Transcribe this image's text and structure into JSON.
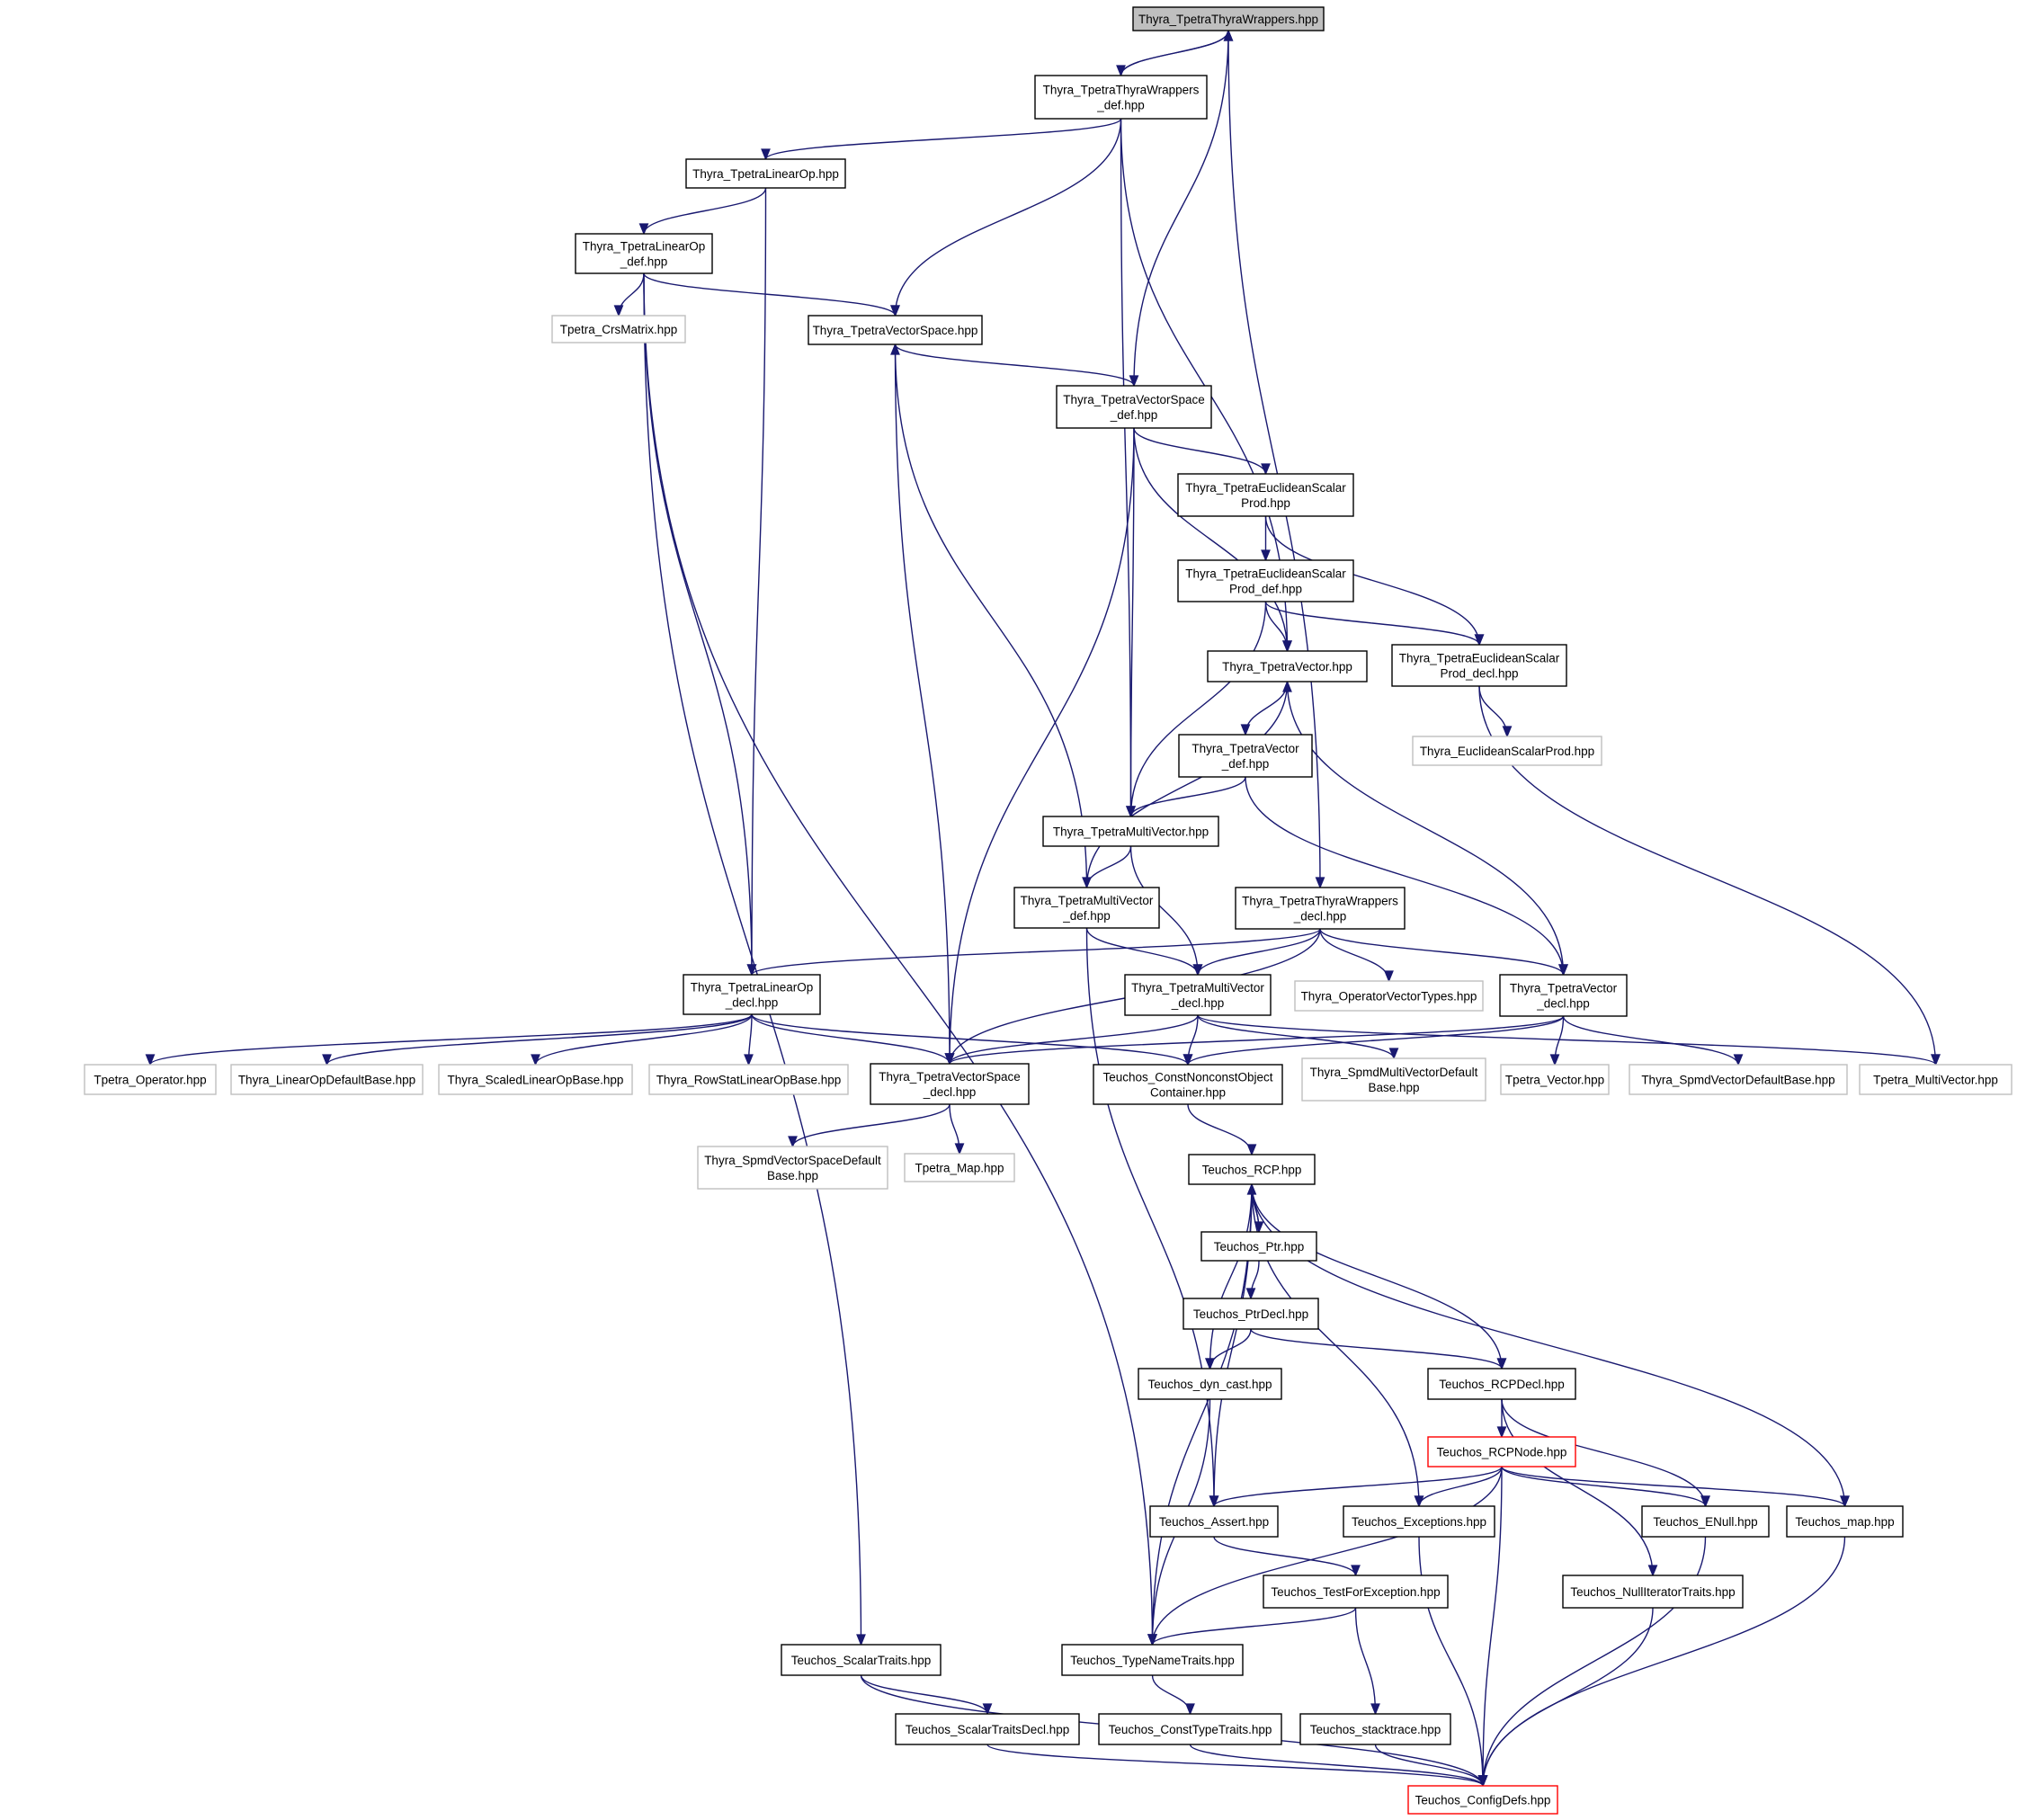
{
  "diagram": {
    "nodes": [
      {
        "id": "root",
        "lines": [
          "Thyra_TpetraThyraWrappers.hpp"
        ],
        "style": "root"
      },
      {
        "id": "wrap_def",
        "lines": [
          "Thyra_TpetraThyraWrappers",
          "_def.hpp"
        ],
        "style": "normal"
      },
      {
        "id": "linop",
        "lines": [
          "Thyra_TpetraLinearOp.hpp"
        ],
        "style": "normal"
      },
      {
        "id": "linop_def",
        "lines": [
          "Thyra_TpetraLinearOp",
          "_def.hpp"
        ],
        "style": "normal"
      },
      {
        "id": "crsmatrix",
        "lines": [
          "Tpetra_CrsMatrix.hpp"
        ],
        "style": "external"
      },
      {
        "id": "vs",
        "lines": [
          "Thyra_TpetraVectorSpace.hpp"
        ],
        "style": "normal"
      },
      {
        "id": "vs_def",
        "lines": [
          "Thyra_TpetraVectorSpace",
          "_def.hpp"
        ],
        "style": "normal"
      },
      {
        "id": "esp",
        "lines": [
          "Thyra_TpetraEuclideanScalar",
          "Prod.hpp"
        ],
        "style": "normal"
      },
      {
        "id": "esp_def",
        "lines": [
          "Thyra_TpetraEuclideanScalar",
          "Prod_def.hpp"
        ],
        "style": "normal"
      },
      {
        "id": "vec",
        "lines": [
          "Thyra_TpetraVector.hpp"
        ],
        "style": "normal"
      },
      {
        "id": "esp_decl",
        "lines": [
          "Thyra_TpetraEuclideanScalar",
          "Prod_decl.hpp"
        ],
        "style": "normal"
      },
      {
        "id": "euclid",
        "lines": [
          "Thyra_EuclideanScalarProd.hpp"
        ],
        "style": "external"
      },
      {
        "id": "vec_def",
        "lines": [
          "Thyra_TpetraVector",
          "_def.hpp"
        ],
        "style": "normal"
      },
      {
        "id": "mv",
        "lines": [
          "Thyra_TpetraMultiVector.hpp"
        ],
        "style": "normal"
      },
      {
        "id": "mv_def",
        "lines": [
          "Thyra_TpetraMultiVector",
          "_def.hpp"
        ],
        "style": "normal"
      },
      {
        "id": "wrap_decl",
        "lines": [
          "Thyra_TpetraThyraWrappers",
          "_decl.hpp"
        ],
        "style": "normal"
      },
      {
        "id": "linop_decl",
        "lines": [
          "Thyra_TpetraLinearOp",
          "_decl.hpp"
        ],
        "style": "normal"
      },
      {
        "id": "mv_decl",
        "lines": [
          "Thyra_TpetraMultiVector",
          "_decl.hpp"
        ],
        "style": "normal"
      },
      {
        "id": "opvectypes",
        "lines": [
          "Thyra_OperatorVectorTypes.hpp"
        ],
        "style": "external"
      },
      {
        "id": "vec_decl",
        "lines": [
          "Thyra_TpetraVector",
          "_decl.hpp"
        ],
        "style": "normal"
      },
      {
        "id": "tp_op",
        "lines": [
          "Tpetra_Operator.hpp"
        ],
        "style": "external"
      },
      {
        "id": "linopdefbase",
        "lines": [
          "Thyra_LinearOpDefaultBase.hpp"
        ],
        "style": "external"
      },
      {
        "id": "scaledlinop",
        "lines": [
          "Thyra_ScaledLinearOpBase.hpp"
        ],
        "style": "external"
      },
      {
        "id": "rowstat",
        "lines": [
          "Thyra_RowStatLinearOpBase.hpp"
        ],
        "style": "external"
      },
      {
        "id": "vs_decl",
        "lines": [
          "Thyra_TpetraVectorSpace",
          "_decl.hpp"
        ],
        "style": "normal"
      },
      {
        "id": "cnoc",
        "lines": [
          "Teuchos_ConstNonconstObject",
          "Container.hpp"
        ],
        "style": "normal"
      },
      {
        "id": "spmdmv",
        "lines": [
          "Thyra_SpmdMultiVectorDefault",
          "Base.hpp"
        ],
        "style": "external"
      },
      {
        "id": "tp_vector",
        "lines": [
          "Tpetra_Vector.hpp"
        ],
        "style": "external"
      },
      {
        "id": "spmdvec",
        "lines": [
          "Thyra_SpmdVectorDefaultBase.hpp"
        ],
        "style": "external"
      },
      {
        "id": "tp_mv",
        "lines": [
          "Tpetra_MultiVector.hpp"
        ],
        "style": "external"
      },
      {
        "id": "spmdvs",
        "lines": [
          "Thyra_SpmdVectorSpaceDefault",
          "Base.hpp"
        ],
        "style": "external"
      },
      {
        "id": "tp_map",
        "lines": [
          "Tpetra_Map.hpp"
        ],
        "style": "external"
      },
      {
        "id": "rcp",
        "lines": [
          "Teuchos_RCP.hpp"
        ],
        "style": "normal"
      },
      {
        "id": "ptr",
        "lines": [
          "Teuchos_Ptr.hpp"
        ],
        "style": "normal"
      },
      {
        "id": "ptrdecl",
        "lines": [
          "Teuchos_PtrDecl.hpp"
        ],
        "style": "normal"
      },
      {
        "id": "dyncast",
        "lines": [
          "Teuchos_dyn_cast.hpp"
        ],
        "style": "normal"
      },
      {
        "id": "rcpdecl",
        "lines": [
          "Teuchos_RCPDecl.hpp"
        ],
        "style": "normal"
      },
      {
        "id": "rcpnode",
        "lines": [
          "Teuchos_RCPNode.hpp"
        ],
        "style": "red"
      },
      {
        "id": "assert",
        "lines": [
          "Teuchos_Assert.hpp"
        ],
        "style": "normal"
      },
      {
        "id": "exceptions",
        "lines": [
          "Teuchos_Exceptions.hpp"
        ],
        "style": "normal"
      },
      {
        "id": "enull",
        "lines": [
          "Teuchos_ENull.hpp"
        ],
        "style": "normal"
      },
      {
        "id": "map",
        "lines": [
          "Teuchos_map.hpp"
        ],
        "style": "normal"
      },
      {
        "id": "testforexc",
        "lines": [
          "Teuchos_TestForException.hpp"
        ],
        "style": "normal"
      },
      {
        "id": "nulliter",
        "lines": [
          "Teuchos_NullIteratorTraits.hpp"
        ],
        "style": "normal"
      },
      {
        "id": "scalartraits",
        "lines": [
          "Teuchos_ScalarTraits.hpp"
        ],
        "style": "normal"
      },
      {
        "id": "typename",
        "lines": [
          "Teuchos_TypeNameTraits.hpp"
        ],
        "style": "normal"
      },
      {
        "id": "scalartraitsdecl",
        "lines": [
          "Teuchos_ScalarTraitsDecl.hpp"
        ],
        "style": "normal"
      },
      {
        "id": "consttype",
        "lines": [
          "Teuchos_ConstTypeTraits.hpp"
        ],
        "style": "normal"
      },
      {
        "id": "stacktrace",
        "lines": [
          "Teuchos_stacktrace.hpp"
        ],
        "style": "normal"
      },
      {
        "id": "configdefs",
        "lines": [
          "Teuchos_ConfigDefs.hpp"
        ],
        "style": "red"
      }
    ],
    "edges": [
      [
        "root",
        "wrap_def"
      ],
      [
        "root",
        "wrap_decl"
      ],
      [
        "wrap_def",
        "root"
      ],
      [
        "wrap_def",
        "linop"
      ],
      [
        "wrap_def",
        "vs"
      ],
      [
        "wrap_def",
        "mv"
      ],
      [
        "wrap_def",
        "vec"
      ],
      [
        "linop",
        "linop_def"
      ],
      [
        "linop",
        "linop_decl"
      ],
      [
        "linop_def",
        "crsmatrix"
      ],
      [
        "linop_def",
        "vs"
      ],
      [
        "linop_def",
        "linop_decl"
      ],
      [
        "linop_def",
        "scalartraits"
      ],
      [
        "linop_def",
        "typename"
      ],
      [
        "vs",
        "vs_def"
      ],
      [
        "vs",
        "vs_decl"
      ],
      [
        "vs_def",
        "root"
      ],
      [
        "vs_def",
        "esp"
      ],
      [
        "vs_def",
        "vec"
      ],
      [
        "vs_def",
        "mv"
      ],
      [
        "vs_def",
        "vs_decl"
      ],
      [
        "esp",
        "esp_def"
      ],
      [
        "esp",
        "esp_decl"
      ],
      [
        "esp_def",
        "vec"
      ],
      [
        "esp_def",
        "esp_decl"
      ],
      [
        "esp_def",
        "mv"
      ],
      [
        "esp_decl",
        "euclid"
      ],
      [
        "esp_decl",
        "tp_mv"
      ],
      [
        "vec",
        "vec_def"
      ],
      [
        "vec",
        "vec_decl"
      ],
      [
        "vec_def",
        "mv"
      ],
      [
        "vec_def",
        "vec_decl"
      ],
      [
        "mv",
        "mv_def"
      ],
      [
        "mv",
        "mv_decl"
      ],
      [
        "mv_def",
        "vs"
      ],
      [
        "mv_def",
        "vec"
      ],
      [
        "mv_def",
        "mv_decl"
      ],
      [
        "mv_def",
        "assert"
      ],
      [
        "wrap_decl",
        "linop_decl"
      ],
      [
        "wrap_decl",
        "vs_decl"
      ],
      [
        "wrap_decl",
        "mv_decl"
      ],
      [
        "wrap_decl",
        "opvectypes"
      ],
      [
        "wrap_decl",
        "vec_decl"
      ],
      [
        "linop_decl",
        "tp_op"
      ],
      [
        "linop_decl",
        "linopdefbase"
      ],
      [
        "linop_decl",
        "scaledlinop"
      ],
      [
        "linop_decl",
        "rowstat"
      ],
      [
        "linop_decl",
        "vs_decl"
      ],
      [
        "linop_decl",
        "cnoc"
      ],
      [
        "mv_decl",
        "vs_decl"
      ],
      [
        "mv_decl",
        "cnoc"
      ],
      [
        "mv_decl",
        "spmdmv"
      ],
      [
        "mv_decl",
        "tp_mv"
      ],
      [
        "vec_decl",
        "vs_decl"
      ],
      [
        "vec_decl",
        "cnoc"
      ],
      [
        "vec_decl",
        "tp_vector"
      ],
      [
        "vec_decl",
        "spmdvec"
      ],
      [
        "vs_decl",
        "spmdvs"
      ],
      [
        "vs_decl",
        "tp_map"
      ],
      [
        "cnoc",
        "rcp"
      ],
      [
        "rcp",
        "ptr"
      ],
      [
        "rcp",
        "dyncast"
      ],
      [
        "rcp",
        "rcpdecl"
      ],
      [
        "rcp",
        "assert"
      ],
      [
        "rcp",
        "exceptions"
      ],
      [
        "rcp",
        "map"
      ],
      [
        "rcp",
        "typename"
      ],
      [
        "ptr",
        "rcp"
      ],
      [
        "ptr",
        "ptrdecl"
      ],
      [
        "ptrdecl",
        "dyncast"
      ],
      [
        "ptrdecl",
        "rcpdecl"
      ],
      [
        "dyncast",
        "typename"
      ],
      [
        "rcpdecl",
        "rcpnode"
      ],
      [
        "rcpdecl",
        "enull"
      ],
      [
        "rcpdecl",
        "nulliter"
      ],
      [
        "rcpnode",
        "assert"
      ],
      [
        "rcpnode",
        "exceptions"
      ],
      [
        "rcpnode",
        "enull"
      ],
      [
        "rcpnode",
        "map"
      ],
      [
        "rcpnode",
        "typename"
      ],
      [
        "rcpnode",
        "configdefs"
      ],
      [
        "assert",
        "testforexc"
      ],
      [
        "exceptions",
        "configdefs"
      ],
      [
        "enull",
        "configdefs"
      ],
      [
        "map",
        "configdefs"
      ],
      [
        "nulliter",
        "configdefs"
      ],
      [
        "testforexc",
        "typename"
      ],
      [
        "testforexc",
        "stacktrace"
      ],
      [
        "scalartraits",
        "scalartraitsdecl"
      ],
      [
        "scalartraits",
        "configdefs"
      ],
      [
        "typename",
        "consttype"
      ],
      [
        "scalartraitsdecl",
        "configdefs"
      ],
      [
        "consttype",
        "configdefs"
      ],
      [
        "stacktrace",
        "configdefs"
      ]
    ]
  }
}
